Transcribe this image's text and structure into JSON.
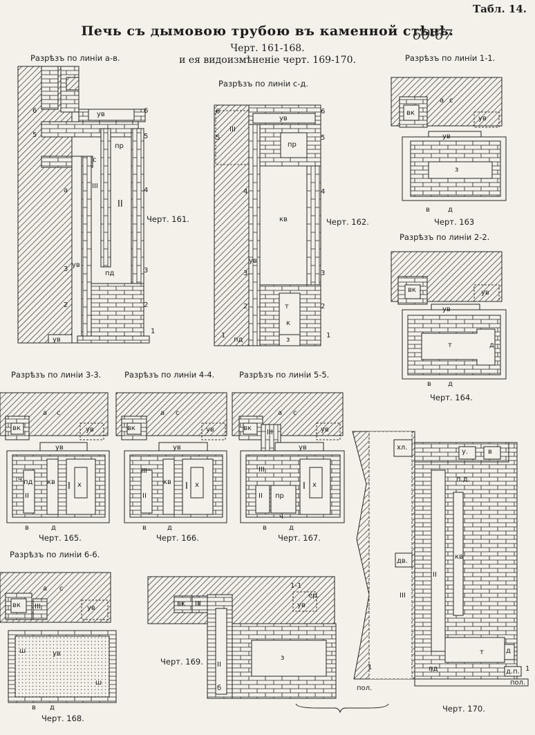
{
  "plate": {
    "number": "Табл. 14.",
    "handwritten": "60-67"
  },
  "title": "Печь съ дымовою трубою въ каменной стѣнѣ.",
  "subtitle1": "Черт. 161-168.",
  "subtitle2": "и ея видоизмѣненіе черт. 169-170.",
  "sections": {
    "ab": "Разрѣзъ по линіи а-в.",
    "cd": "Разрѣзъ по линіи с-д.",
    "s11": "Разрѣзъ по линіи 1-1.",
    "s22": "Разрѣзъ по линіи 2-2.",
    "s33": "Разрѣзъ по линіи 3-3.",
    "s44": "Разрѣзъ по линіи 4-4.",
    "s55": "Разрѣзъ по линіи 5-5.",
    "s66": "Разрѣзъ по линіи 6-6."
  },
  "captions": {
    "c161": "Черт. 161.",
    "c162": "Черт. 162.",
    "c163": "Черт. 163",
    "c164": "Черт. 164.",
    "c165": "Черт. 165.",
    "c166": "Черт. 166.",
    "c167": "Черт. 167.",
    "c168": "Черт. 168.",
    "c169": "Черт. 169.",
    "c170": "Черт. 170."
  },
  "labels": {
    "ue": "ув",
    "pr": "пр",
    "pd": "пд",
    "kv": "кв",
    "t": "т",
    "k": "к",
    "z": "з",
    "vk": "вк",
    "x": "х",
    "ch": "ч",
    "b": "б",
    "d": "д",
    "sh": "ш",
    "kh": "хл.",
    "roman1": "I",
    "roman2": "II",
    "roman3": "III",
    "a": "а",
    "c": "с",
    "v": "в",
    "u": "у.",
    "n1": "1",
    "n2": "2",
    "n3": "3",
    "n4": "4",
    "n5": "5",
    "n6": "6",
    "sec11": "1-1",
    "er": "ер.",
    "pol": "пол.",
    "dp": "д.п.",
    "pd2": "п.д.",
    "dv": "дв."
  },
  "colors": {
    "paper": "#f3f1ea",
    "ink": "#1c1c1c"
  }
}
